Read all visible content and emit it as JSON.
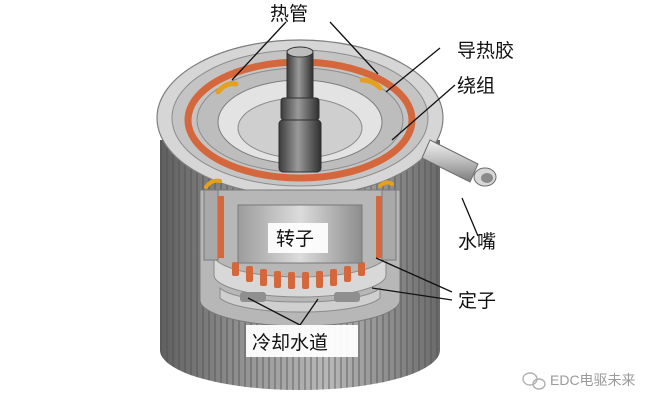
{
  "labels": {
    "heat_pipe": "热管",
    "thermal_glue": "导热胶",
    "winding": "绕组",
    "rotor": "转子",
    "nozzle": "水嘴",
    "stator": "定子",
    "cooling_channel": "冷却水道"
  },
  "watermark": {
    "text": "EDC电驱未来",
    "icon": "wechat-icon"
  },
  "colors": {
    "winding": "#d4683c",
    "heat_pipe": "#e6a020",
    "housing": "#c9c9c9",
    "fins": "#8a8a8a"
  }
}
